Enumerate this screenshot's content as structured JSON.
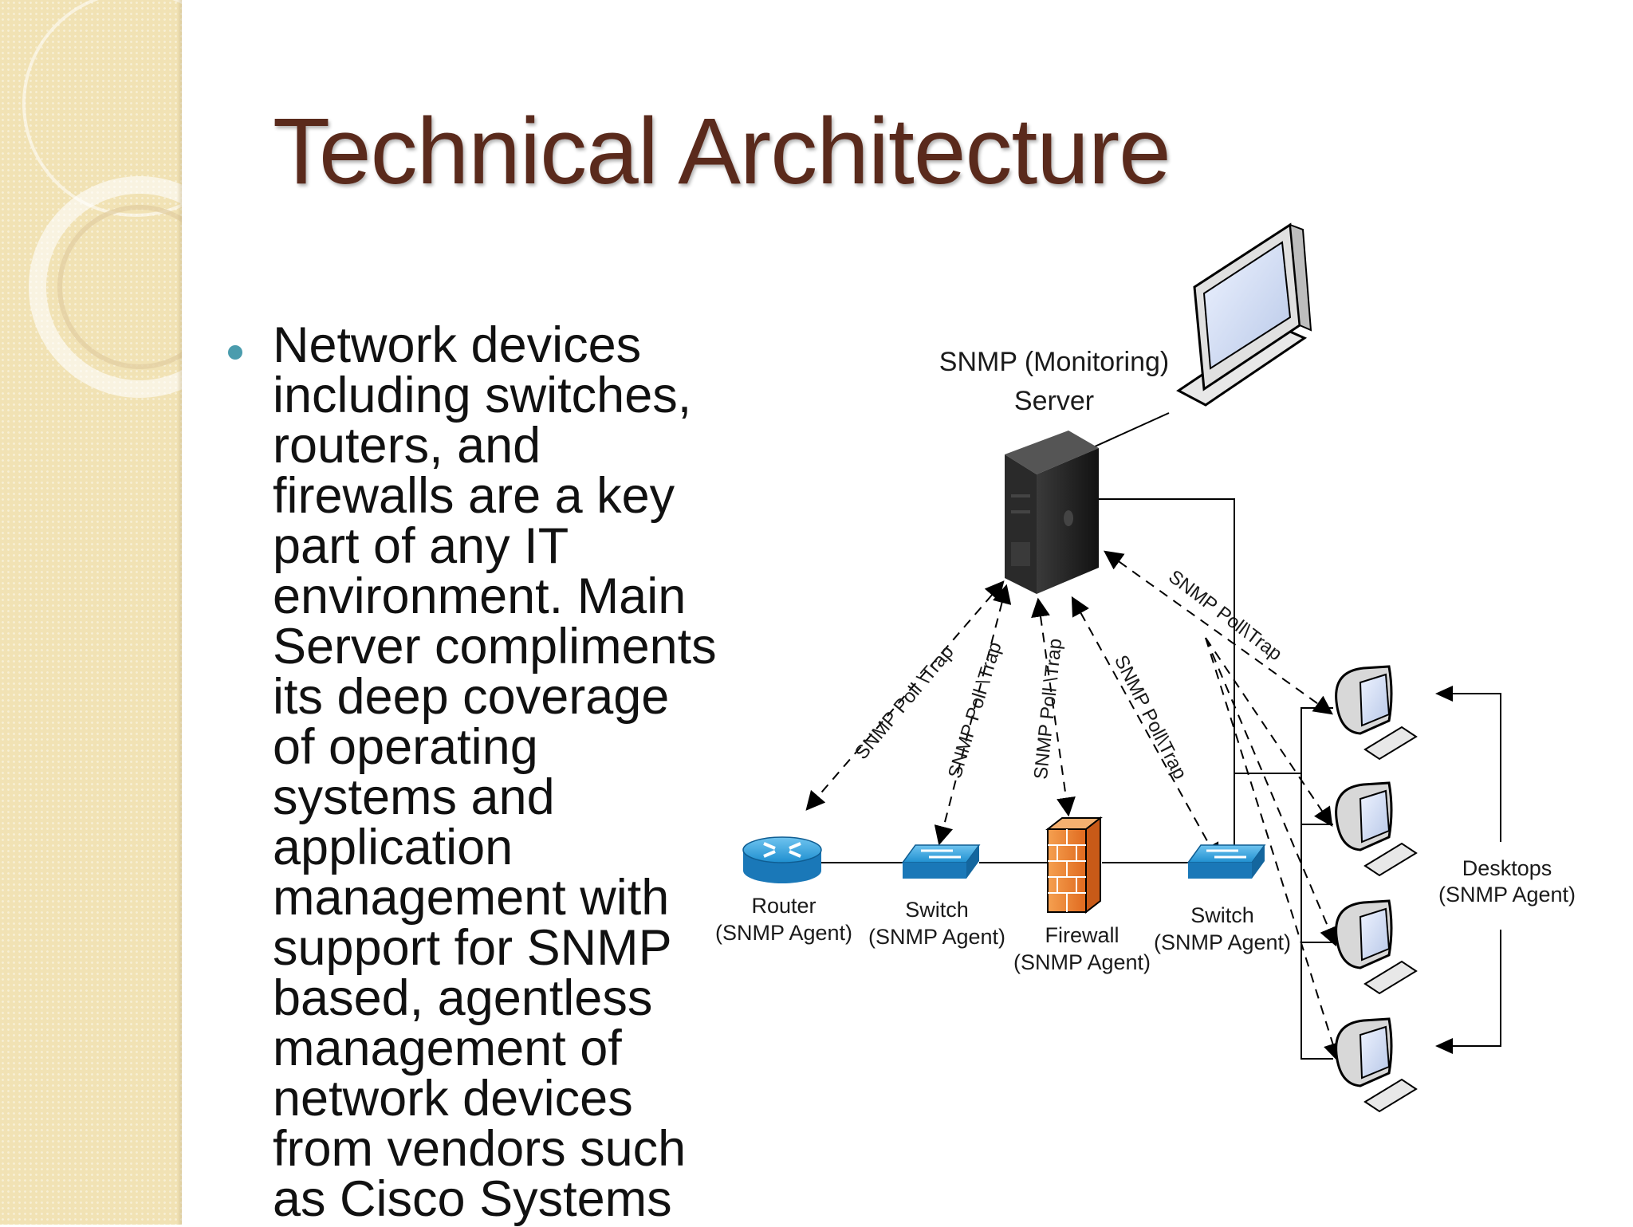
{
  "slide": {
    "title": "Technical Architecture",
    "bullet_text": "Network devices including switches, routers, and firewalls are a key part of any IT environment. Main Server compliments its deep coverage of operating systems and application management with support for SNMP based, agentless management of network devices from vendors such as Cisco Systems"
  },
  "diagram": {
    "server_label_line1": "SNMP (Monitoring)",
    "server_label_line2": "Server",
    "link_labels": {
      "router": "SNMP Poll \\Trap",
      "switch1": "SNMP Poll \\Trap",
      "firewall": "SNMP Poll \\Trap",
      "switch2": "SNMP Poll\\Trap",
      "desktops": "SNMP Poll\\Trap"
    },
    "devices": {
      "router": {
        "name": "Router",
        "role": "(SNMP Agent)"
      },
      "switch1": {
        "name": "Switch",
        "role": "(SNMP Agent)"
      },
      "firewall": {
        "name": "Firewall",
        "role": "(SNMP Agent)"
      },
      "switch2": {
        "name": "Switch",
        "role": "(SNMP Agent)"
      }
    },
    "desktops": {
      "name": "Desktops",
      "role": "(SNMP Agent)"
    },
    "colors": {
      "network_blue": "#1f8fd0",
      "firewall_orange": "#f08030",
      "server_dark": "#1c1c1c",
      "title_brown": "#5a2a1c",
      "bullet_teal": "#4a9cad"
    }
  }
}
